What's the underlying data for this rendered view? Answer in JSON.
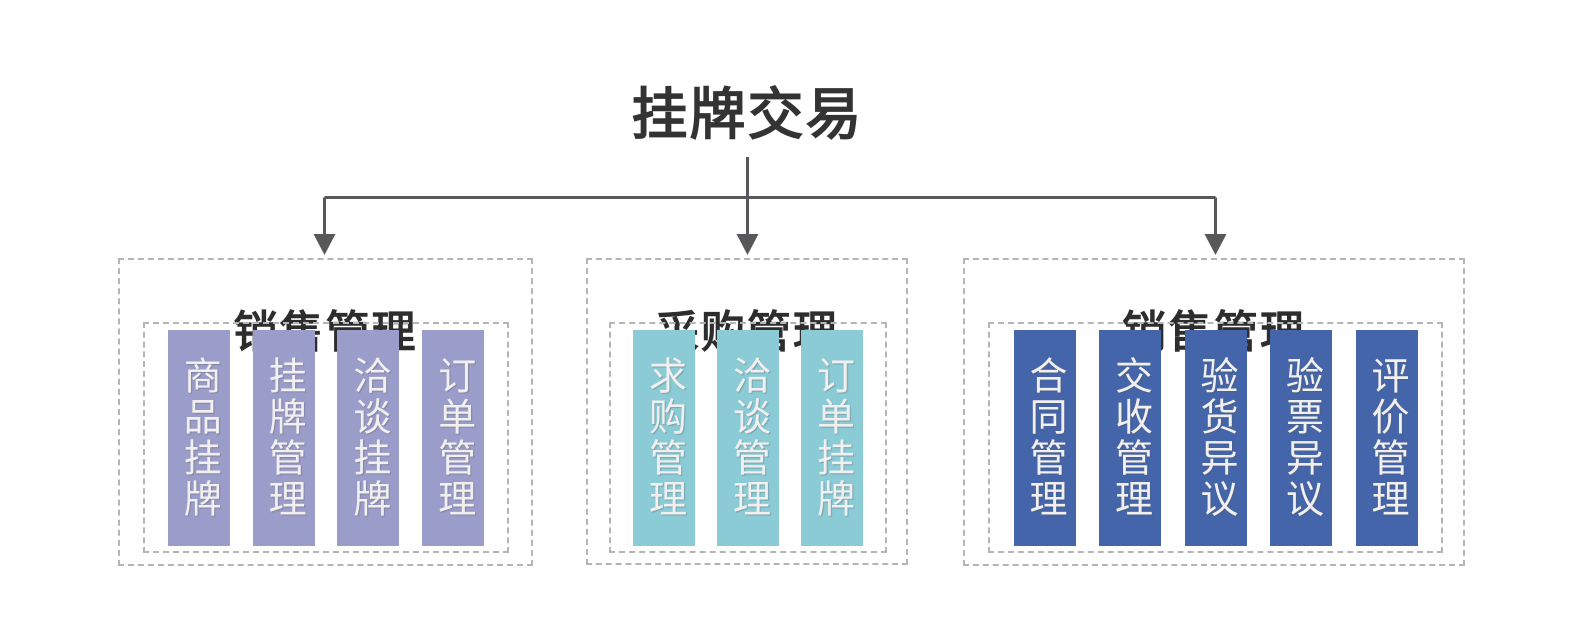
{
  "title": "挂牌交易",
  "colors": {
    "bar-purple": "#9a9cc9",
    "bar-teal": "#8acbd6",
    "bar-blue": "#4465a9",
    "line": "#58585a",
    "border": "#b5b5b5",
    "title-text": "#333333",
    "group-title-text": "#2d2d2d",
    "bar-text": "#f1efef"
  },
  "groups": [
    {
      "title": "销售管理",
      "color": "#9a9cc9",
      "items": [
        "商品挂牌",
        "挂牌管理",
        "洽谈挂牌",
        "订单管理"
      ]
    },
    {
      "title": "采购管理",
      "color": "#8acbd6",
      "items": [
        "求购管理",
        "洽谈管理",
        "订单挂牌"
      ]
    },
    {
      "title": "销售管理",
      "color": "#4465a9",
      "items": [
        "合同管理",
        "交收管理",
        "验货异议",
        "验票异议",
        "评价管理"
      ]
    }
  ]
}
